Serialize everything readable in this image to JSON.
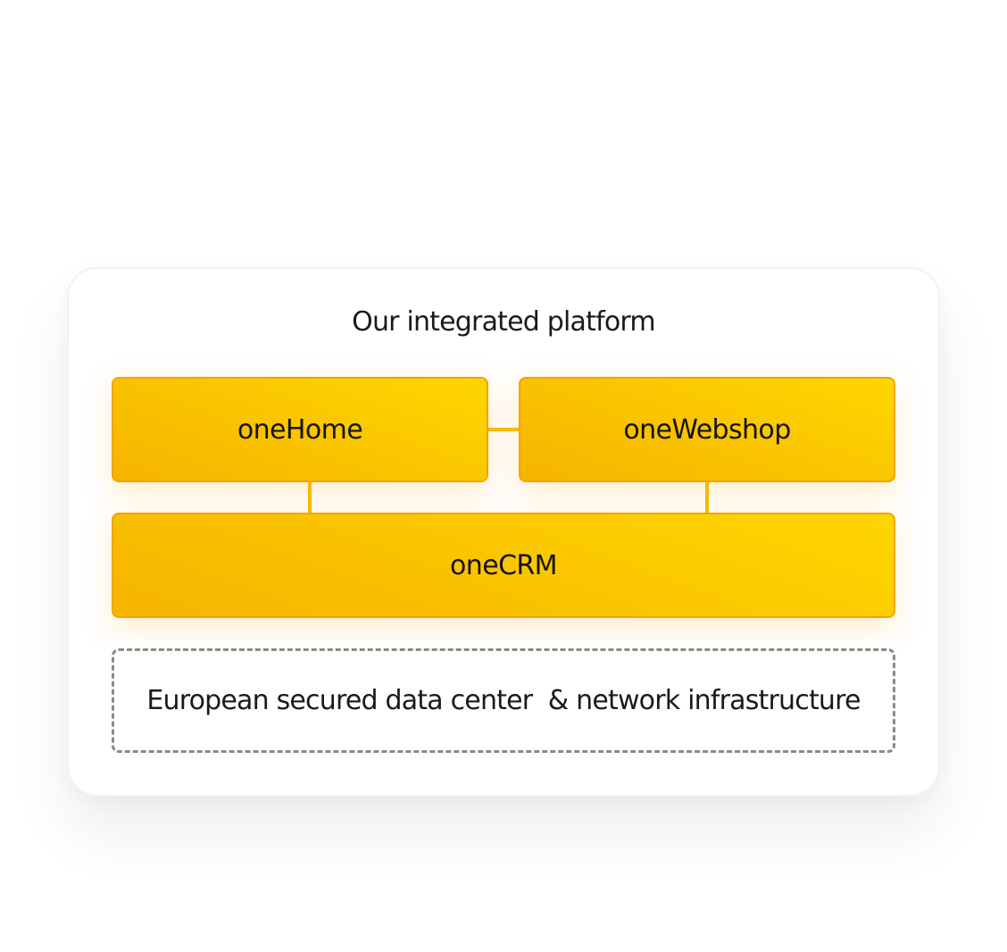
{
  "diagram": {
    "title": "Our integrated platform",
    "modules": {
      "one_home": "oneHome",
      "one_webshop": "oneWebshop",
      "one_crm": "oneCRM"
    },
    "infrastructure": "European secured data center  & network infrastructure",
    "colors": {
      "module_fill_light": "#ffd600",
      "module_fill_dark": "#f5b400",
      "module_border": "#f0a500",
      "connector": "#f5bd00",
      "dashed_border": "#8a8a8a"
    }
  }
}
